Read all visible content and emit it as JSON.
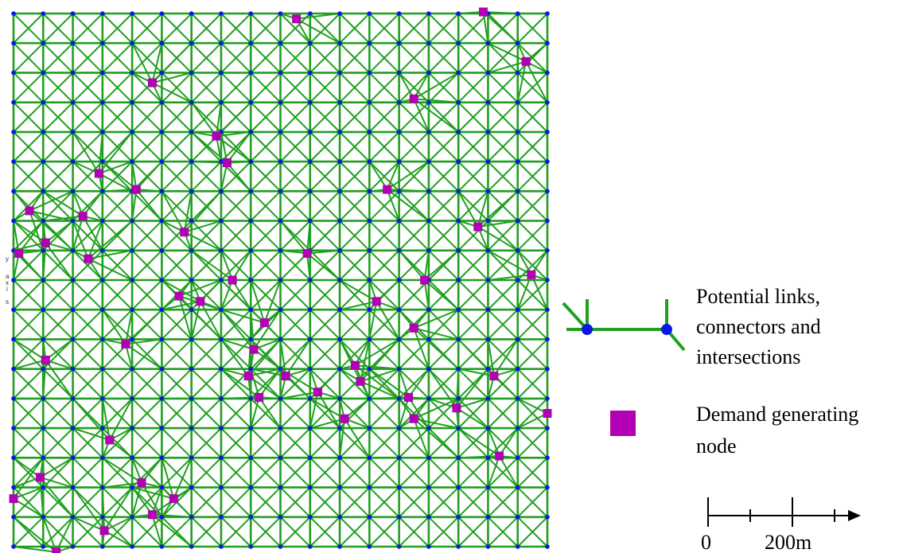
{
  "colors": {
    "link": "#1fa01f",
    "intersection": "#0a18e6",
    "demand_node": "#b400b4",
    "text": "#000000"
  },
  "network": {
    "grid_columns": 19,
    "grid_rows": 19,
    "demand_node_count": 50
  },
  "axis_label": {
    "letters": [
      "y",
      "a",
      "x",
      "i",
      "s"
    ]
  },
  "legend": {
    "links_line1": "Potential links,",
    "links_line2": "connectors and",
    "links_line3": "intersections",
    "demand_line1": "Demand generating",
    "demand_line2": "node"
  },
  "scale_bar": {
    "label_zero": "0",
    "label_distance": "200m"
  }
}
